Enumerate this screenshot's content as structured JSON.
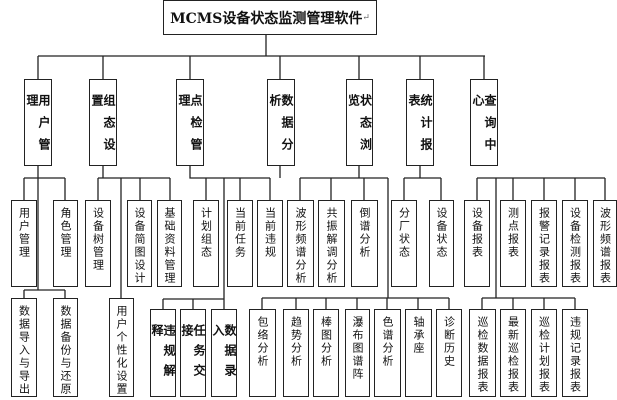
{
  "root": {
    "title": "MCMS设备状态监测管理软件",
    "mark": "↵"
  },
  "modules": [
    {
      "label": "用户管理",
      "children": [
        "用户管理",
        "角色管理"
      ],
      "sub": [
        "数据导入与导出",
        "数据备份与还原"
      ]
    },
    {
      "label": "组态设置",
      "children": [
        "设备树管理",
        "设备简图设计",
        "基础资料管理"
      ],
      "sub": [
        "用户个性化设置"
      ]
    },
    {
      "label": "点检管理",
      "children": [
        "计划组态",
        "当前任务",
        "当前违规"
      ],
      "sub": [
        "违规解释",
        "任务交接",
        "数据录入"
      ]
    },
    {
      "label": "数据分析",
      "children": [
        "波形频谱分析",
        "共振解调分析",
        "倒谱分析"
      ],
      "sub": [
        "包络分析",
        "趋势分析",
        "棒图分析",
        "瀑布图谱阵",
        "色谱分析",
        "轴承座",
        "诊断历史"
      ]
    },
    {
      "label": "状态浏览",
      "children": [
        "分厂状态",
        "设备状态"
      ],
      "sub": []
    },
    {
      "label": "统计报表",
      "children": [
        "设备报表",
        "测点报表",
        "报警记录报表",
        "设备检测报表",
        "波形频谱报表"
      ],
      "sub": [
        "巡检数据报表",
        "最新巡检报表",
        "巡检计划报表",
        "违规记录报表"
      ]
    },
    {
      "label": "查询中心",
      "children": [],
      "sub": []
    }
  ]
}
